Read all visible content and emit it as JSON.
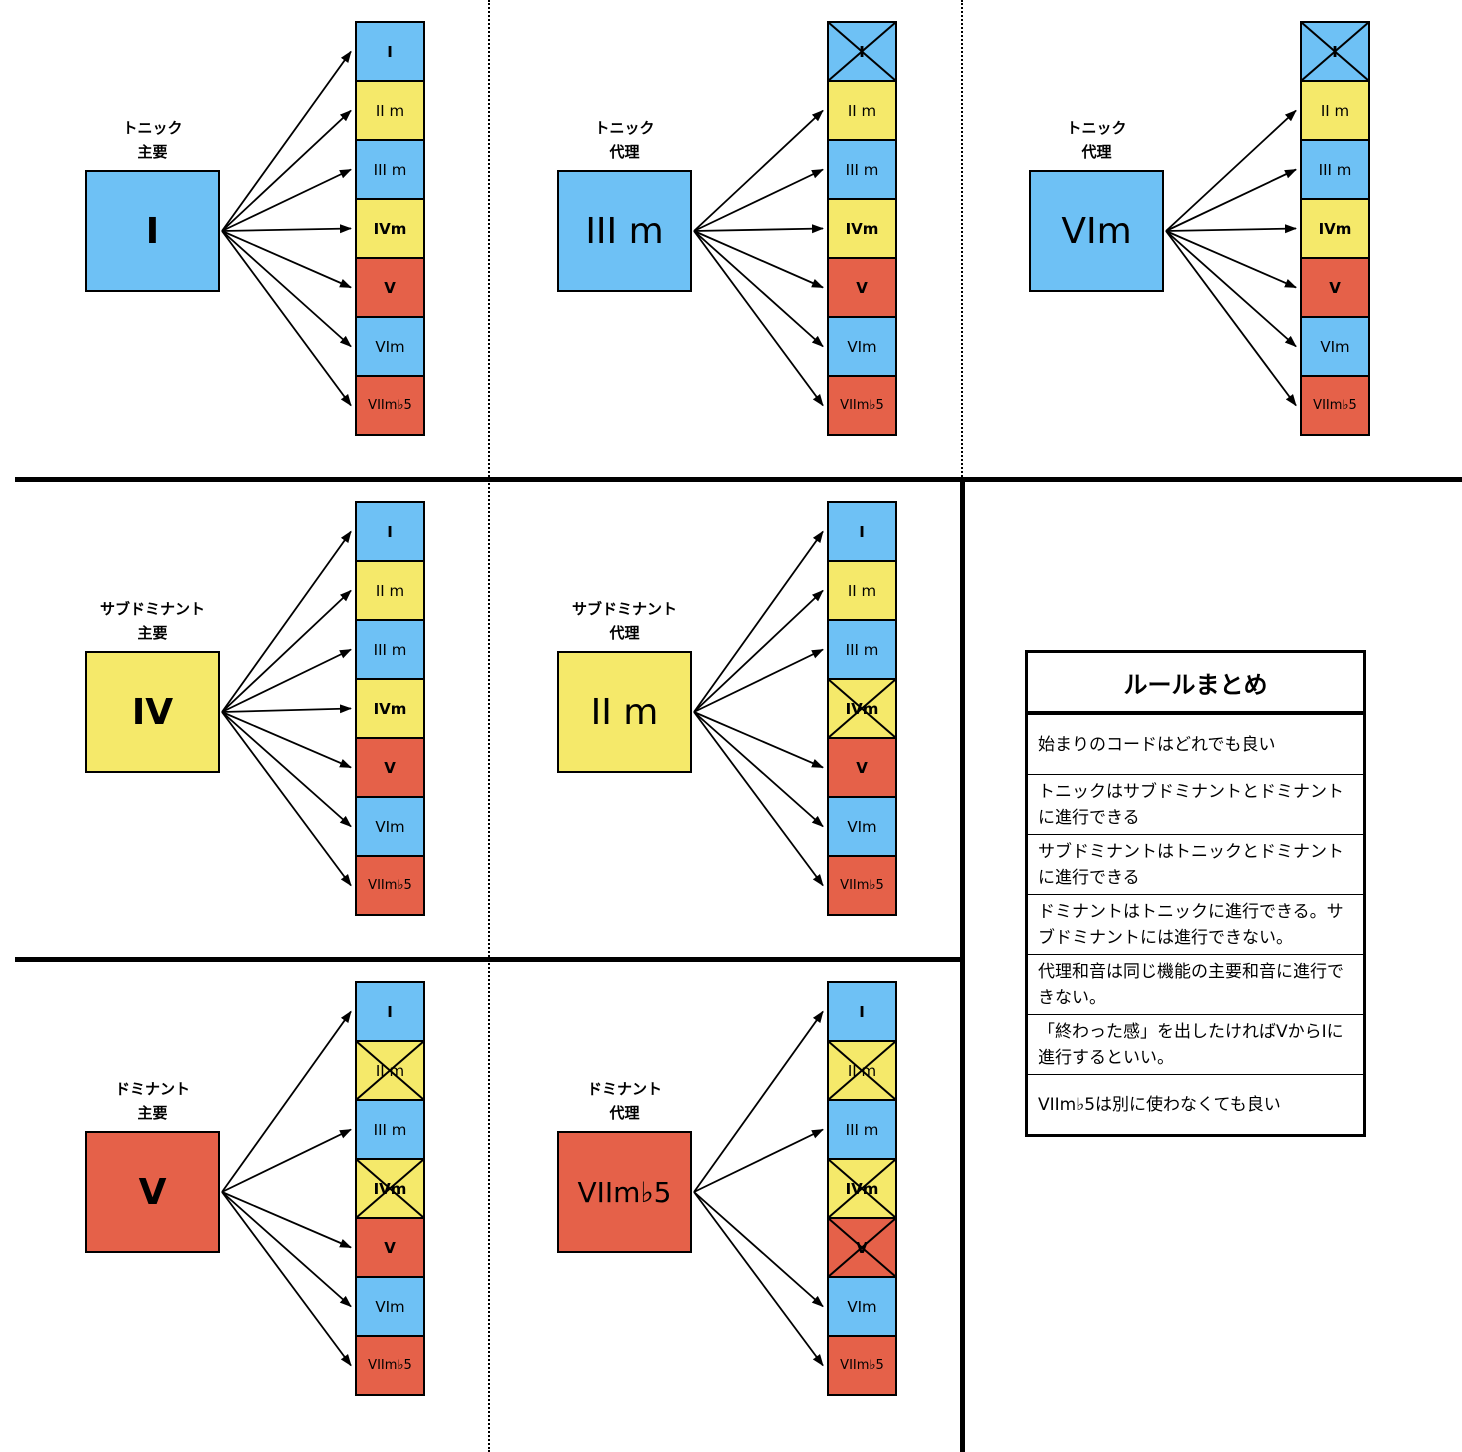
{
  "diagram": {
    "colors": {
      "blue": "#6EC1F5",
      "yellow": "#F5E96A",
      "red": "#E56149",
      "stroke": "#000000"
    },
    "progression_targets": [
      {
        "label": "I",
        "color": "blue",
        "primary": true
      },
      {
        "label": "II m",
        "color": "yellow",
        "primary": false
      },
      {
        "label": "III m",
        "color": "blue",
        "primary": false
      },
      {
        "label": "IVm",
        "color": "yellow",
        "primary": true
      },
      {
        "label": "V",
        "color": "red",
        "primary": true
      },
      {
        "label": "VIm",
        "color": "blue",
        "primary": false
      },
      {
        "label": "VIIm♭5",
        "color": "red",
        "primary": false
      }
    ],
    "panels": [
      {
        "function_label": "トニック",
        "role_label": "主要",
        "chord": "I",
        "color": "blue",
        "primary": true,
        "crossed_targets": [],
        "arrow_targets": [
          0,
          1,
          2,
          3,
          4,
          5,
          6
        ]
      },
      {
        "function_label": "トニック",
        "role_label": "代理",
        "chord": "III m",
        "color": "blue",
        "primary": false,
        "crossed_targets": [
          0
        ],
        "arrow_targets": [
          1,
          2,
          3,
          4,
          5,
          6
        ]
      },
      {
        "function_label": "トニック",
        "role_label": "代理",
        "chord": "VIm",
        "color": "blue",
        "primary": false,
        "crossed_targets": [
          0
        ],
        "arrow_targets": [
          1,
          2,
          3,
          4,
          5,
          6
        ]
      },
      {
        "function_label": "サブドミナント",
        "role_label": "主要",
        "chord": "IV",
        "color": "yellow",
        "primary": true,
        "crossed_targets": [],
        "arrow_targets": [
          0,
          1,
          2,
          3,
          4,
          5,
          6
        ]
      },
      {
        "function_label": "サブドミナント",
        "role_label": "代理",
        "chord": "II m",
        "color": "yellow",
        "primary": false,
        "crossed_targets": [
          3
        ],
        "arrow_targets": [
          0,
          1,
          2,
          4,
          5,
          6
        ]
      },
      {
        "function_label": "ドミナント",
        "role_label": "主要",
        "chord": "V",
        "color": "red",
        "primary": true,
        "crossed_targets": [
          1,
          3
        ],
        "arrow_targets": [
          0,
          2,
          4,
          5,
          6
        ]
      },
      {
        "function_label": "ドミナント",
        "role_label": "代理",
        "chord": "VIIm♭5",
        "color": "red",
        "primary": false,
        "crossed_targets": [
          1,
          3,
          4
        ],
        "arrow_targets": [
          0,
          2,
          5,
          6
        ]
      }
    ],
    "rules": {
      "title": "ルールまとめ",
      "items": [
        "始まりのコードはどれでも良い",
        "トニックはサブドミナントとドミナントに進行できる",
        "サブドミナントはトニックとドミナントに進行できる",
        "ドミナントはトニックに進行できる。サブドミナントには進行できない。",
        "代理和音は同じ機能の主要和音に進行できない。",
        "「終わった感」を出したければVからIに進行するといい。",
        "VIIm♭5は別に使わなくても良い"
      ]
    }
  }
}
